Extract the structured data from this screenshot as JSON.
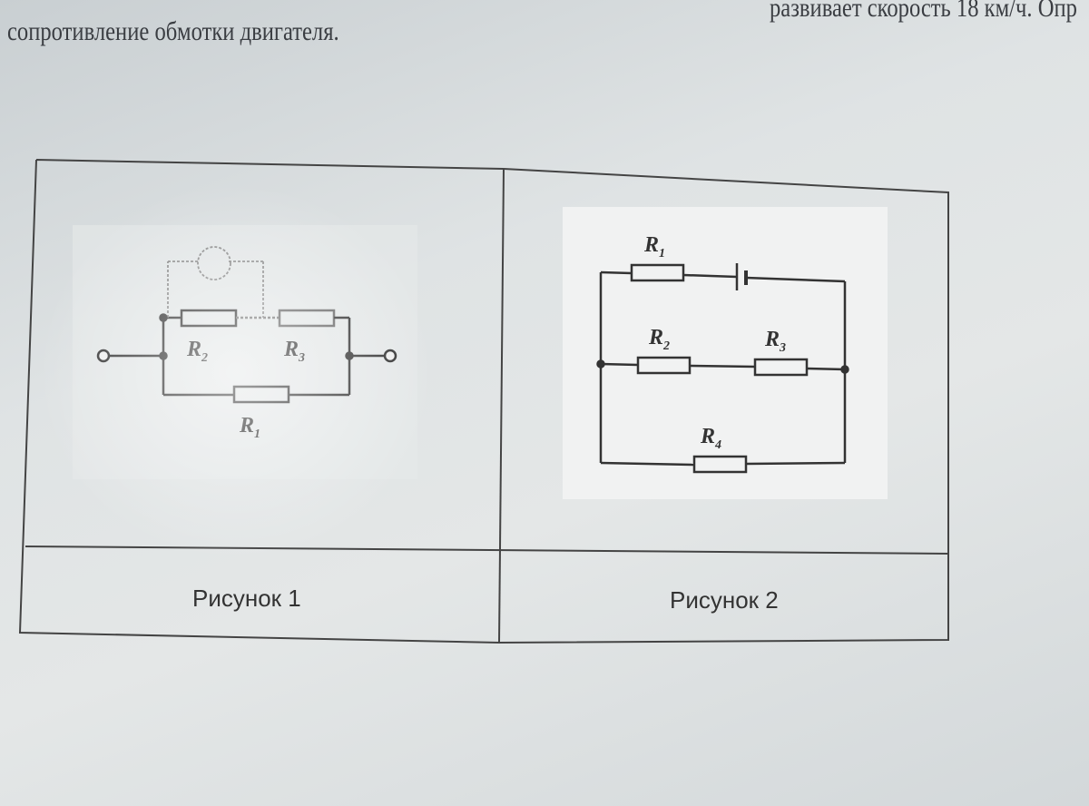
{
  "page_text": {
    "line1_fragment": "развивает скорость 18 км/ч. Опр",
    "line2": "сопротивление обмотки двигателя."
  },
  "figure1": {
    "caption": "Рисунок 1",
    "labels": {
      "r1": "R",
      "r1_sub": "1",
      "r2": "R",
      "r2_sub": "2",
      "r3": "R",
      "r3_sub": "3"
    }
  },
  "figure2": {
    "caption": "Рисунок 2",
    "labels": {
      "r1": "R",
      "r1_sub": "1",
      "r2": "R",
      "r2_sub": "2",
      "r3": "R",
      "r3_sub": "3",
      "r4": "R",
      "r4_sub": "4"
    }
  }
}
